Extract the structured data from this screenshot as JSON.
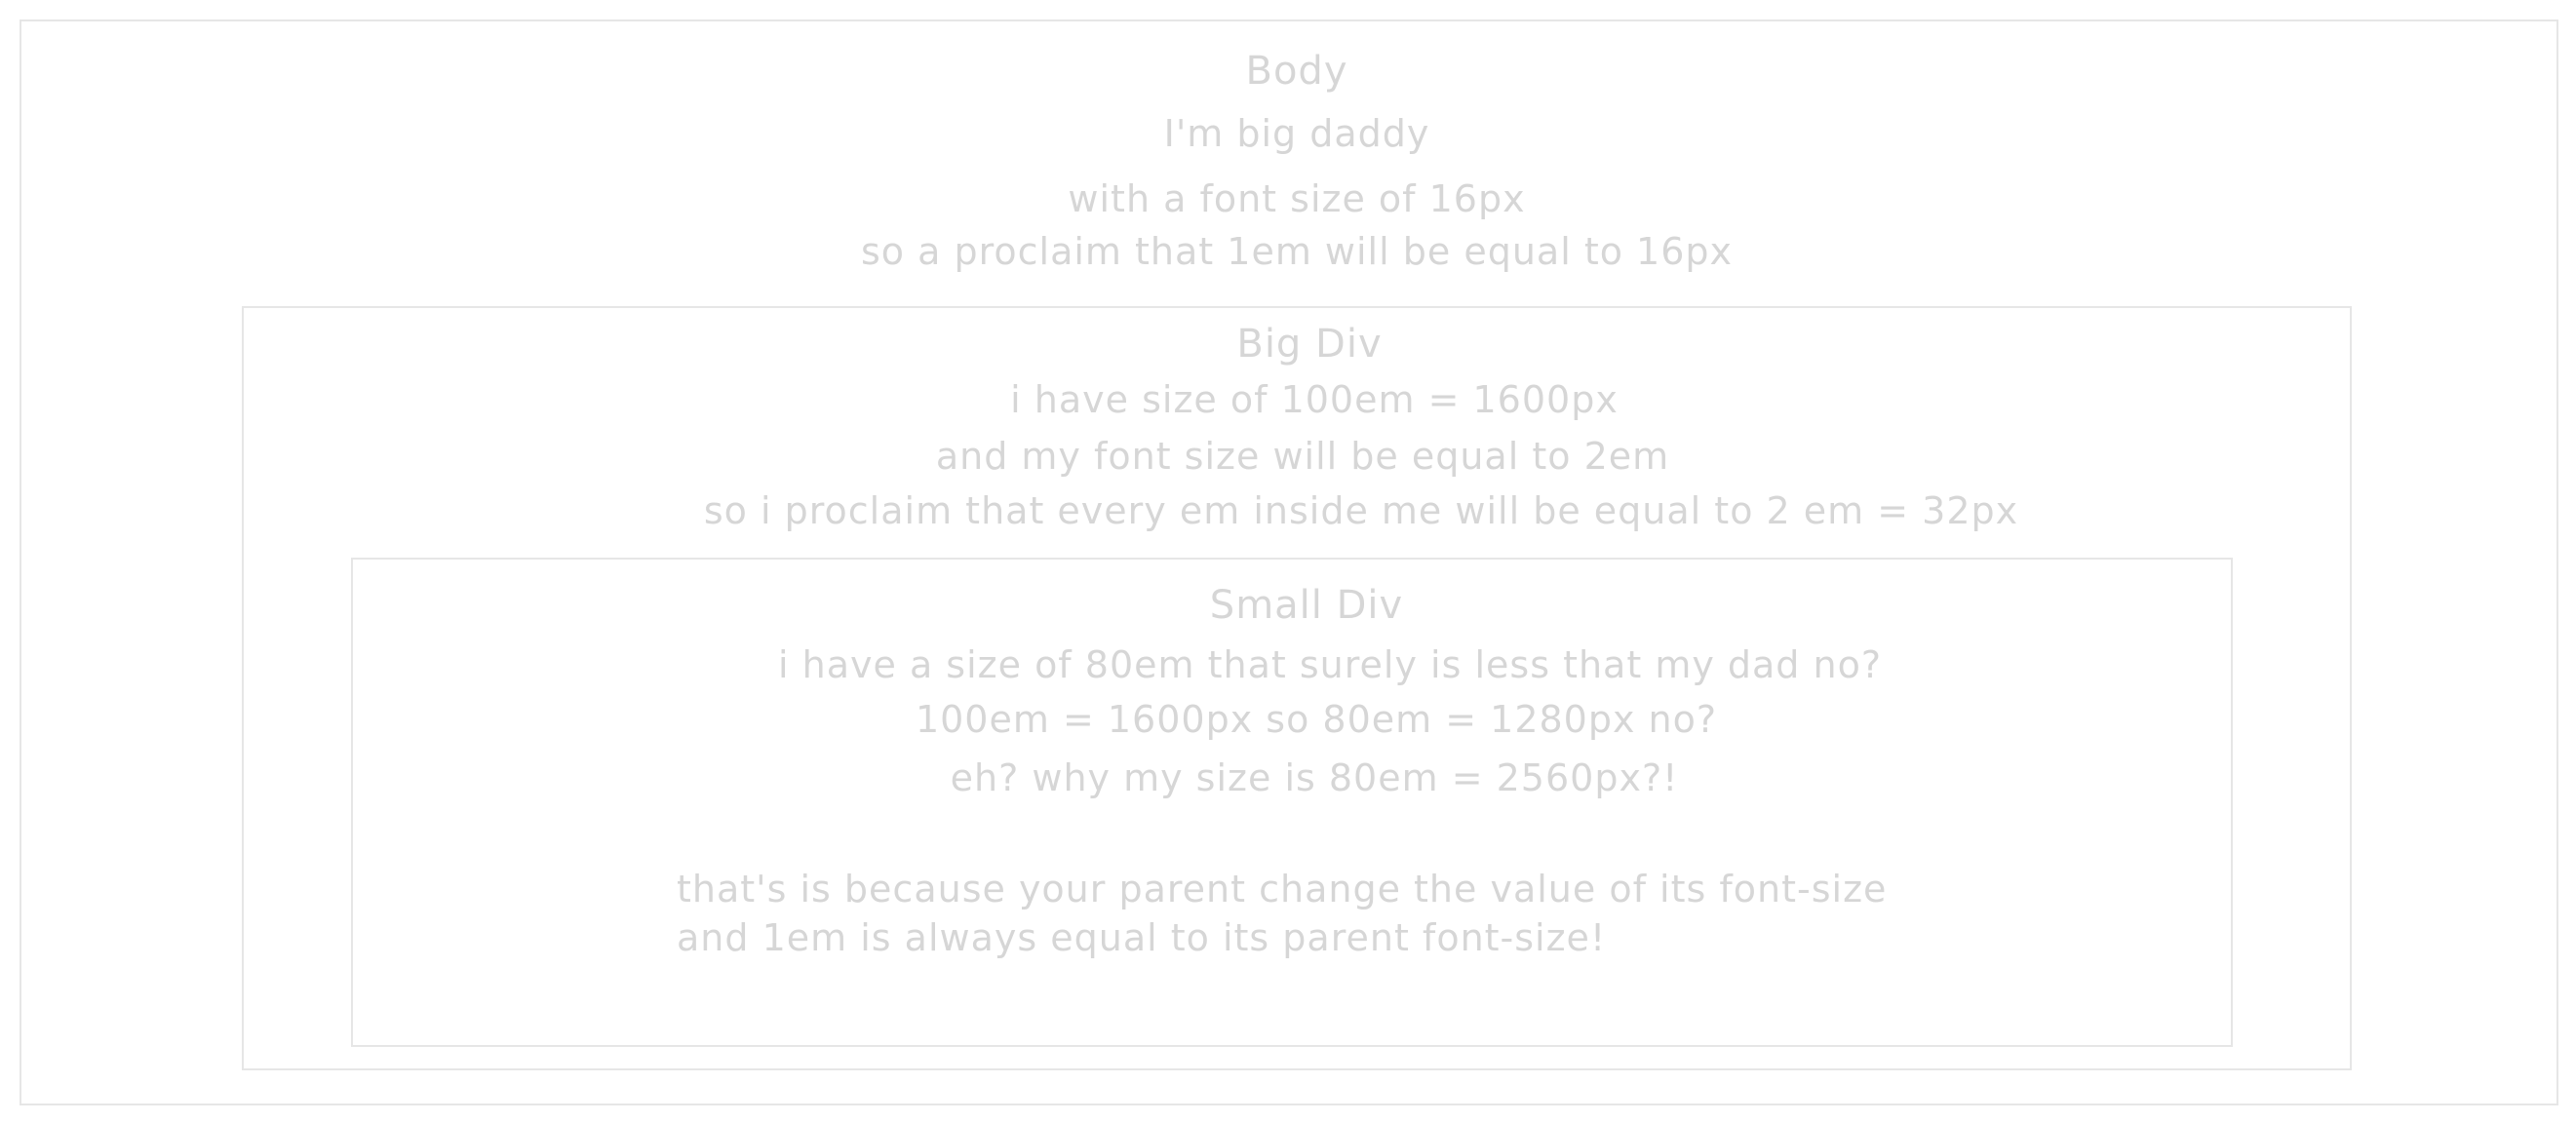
{
  "body": {
    "title": "Body",
    "lines": [
      "I'm big daddy",
      "with a font size of 16px",
      "so a proclaim that 1em will be equal to 16px"
    ]
  },
  "big_div": {
    "title": "Big Div",
    "lines": [
      "i have size of 100em = 1600px",
      "and my font size will be equal to 2em",
      "so i proclaim that every em inside me will be equal to 2 em = 32px"
    ]
  },
  "small_div": {
    "title": "Small Div",
    "lines": [
      "i have a size of 80em that surely is less that my dad no?",
      "100em = 1600px so 80em = 1280px no?",
      "eh? why my size is 80em = 2560px?!"
    ],
    "explanation": [
      "that's is because your parent change the value of its font-size",
      "and 1em is always equal to its parent font-size!"
    ]
  }
}
